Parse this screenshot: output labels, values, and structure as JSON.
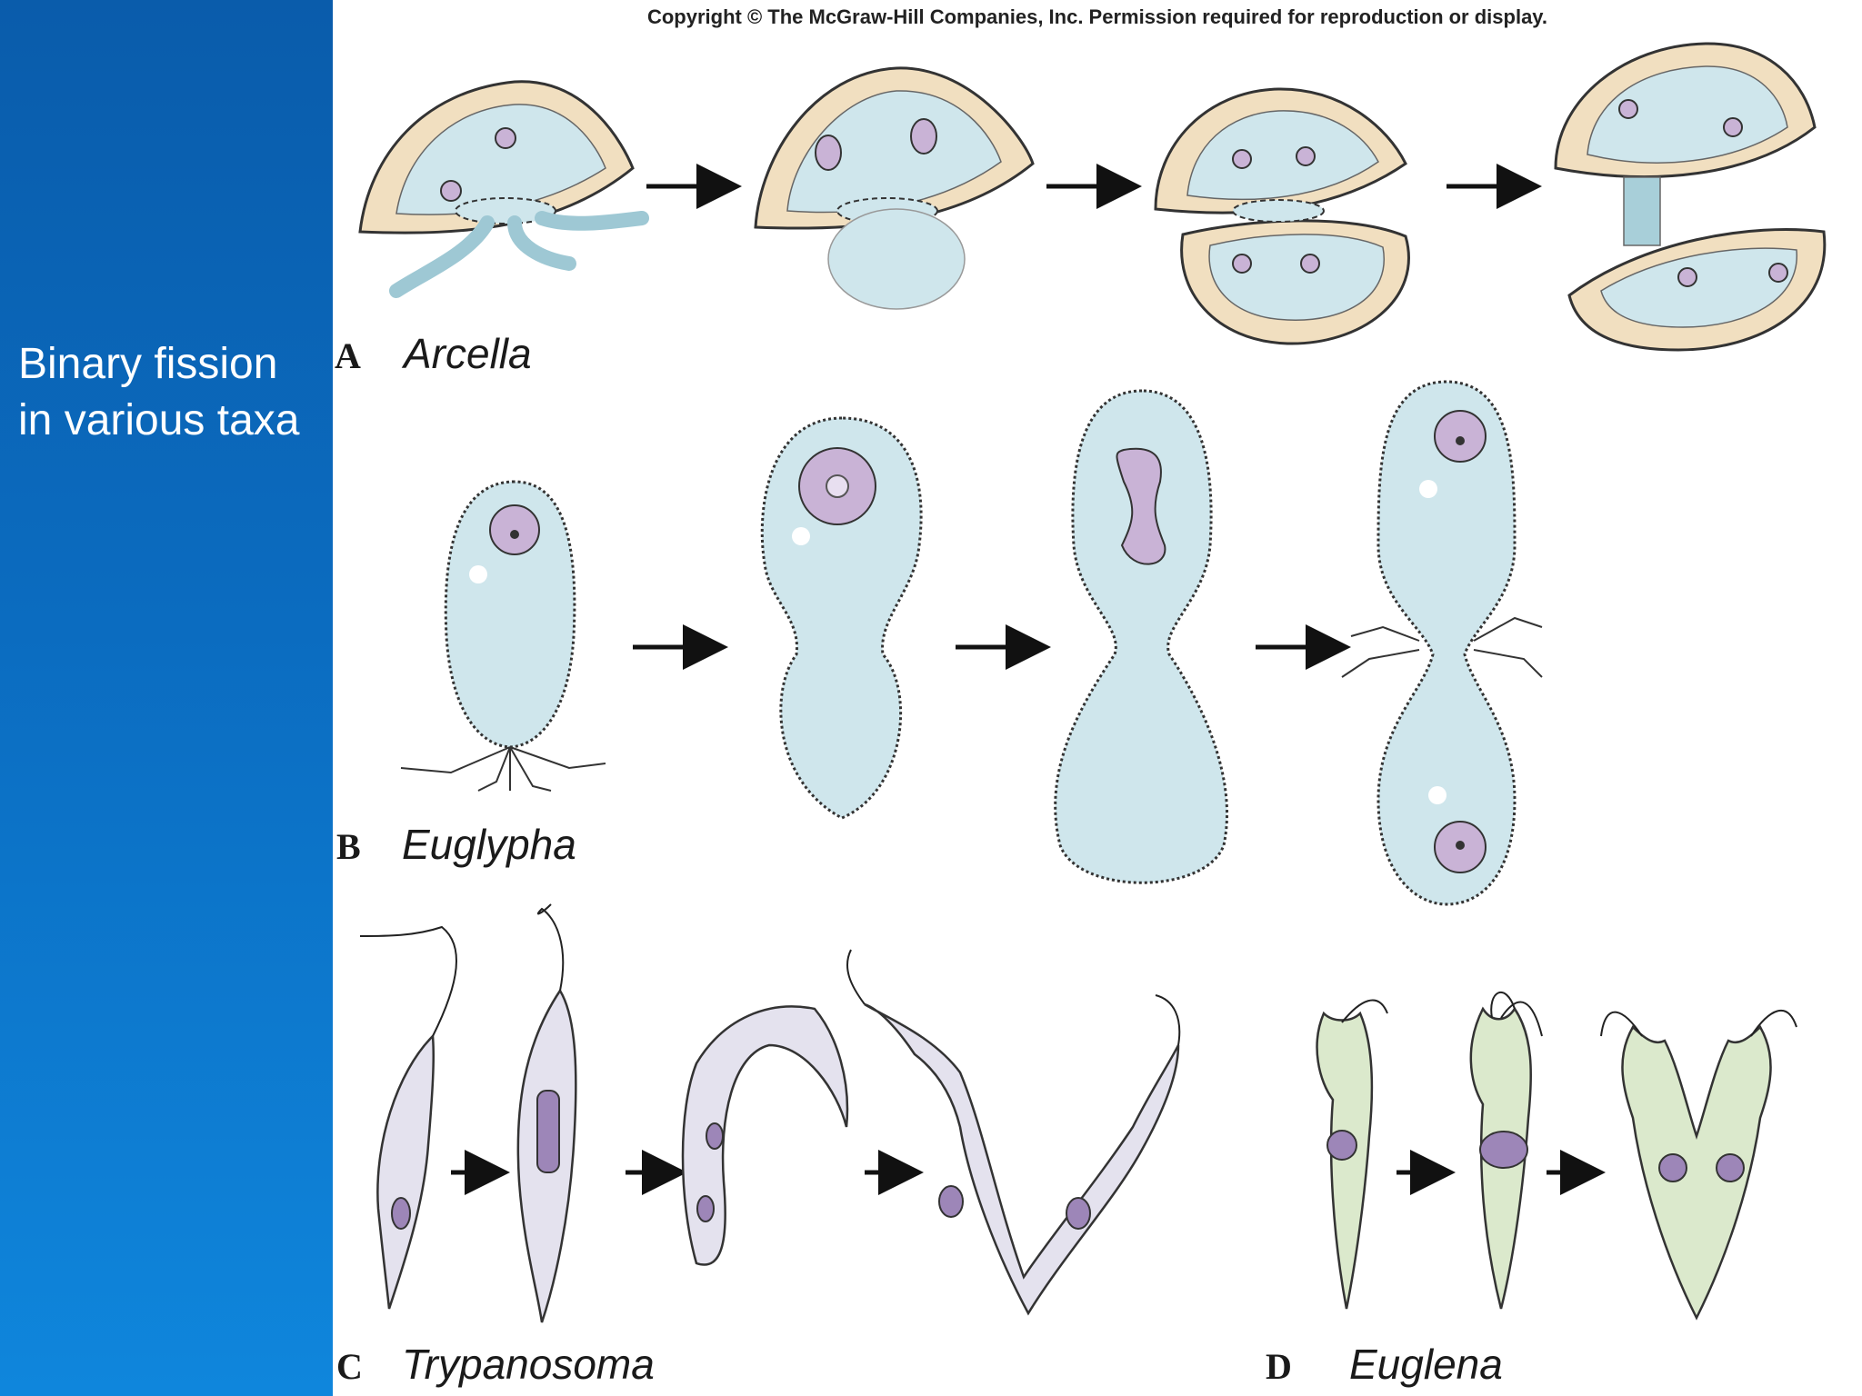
{
  "slide": {
    "title_lines": [
      "Binary fission",
      "in various taxa"
    ]
  },
  "figure": {
    "copyright": "Copyright © The McGraw-Hill Companies, Inc. Permission required for reproduction or display.",
    "panels": [
      {
        "letter": "A",
        "taxon": "Arcella"
      },
      {
        "letter": "B",
        "taxon": "Euglypha"
      },
      {
        "letter": "C",
        "taxon": "Trypanosoma"
      },
      {
        "letter": "D",
        "taxon": "Euglena"
      }
    ]
  },
  "colors": {
    "sidebar_blue": "#0b6cc0",
    "cytoplasm": "#cfe6ec",
    "test_shell": "#f1dfc0",
    "nucleus": "#c9b3d6",
    "trypanosome": "#e4e2ee",
    "euglena": "#dbe9cc"
  }
}
